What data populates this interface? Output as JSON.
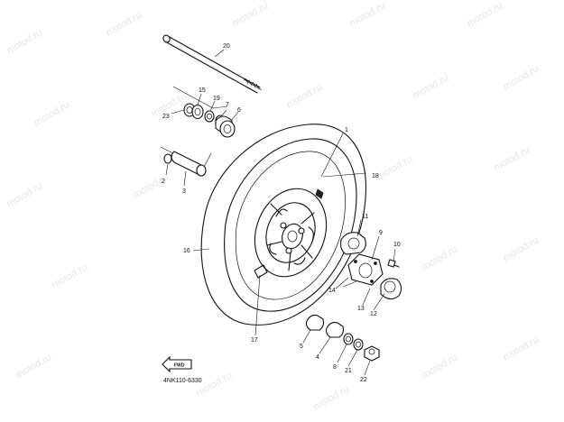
{
  "watermark": "motod.ru",
  "diagram_code": "4NK110-6330",
  "direction_marker": "FWD",
  "callouts": {
    "c1": "1",
    "c2": "2",
    "c3": "3",
    "c4": "4",
    "c5": "5",
    "c6": "6",
    "c7": "7",
    "c8": "8",
    "c9": "9",
    "c10": "10",
    "c11": "11",
    "c12": "12",
    "c13": "13",
    "c14": "14",
    "c15": "15",
    "c16": "16",
    "c17": "17",
    "c18": "18",
    "c19": "19",
    "c20": "20",
    "c21": "21",
    "c22": "22",
    "c23": "23"
  }
}
